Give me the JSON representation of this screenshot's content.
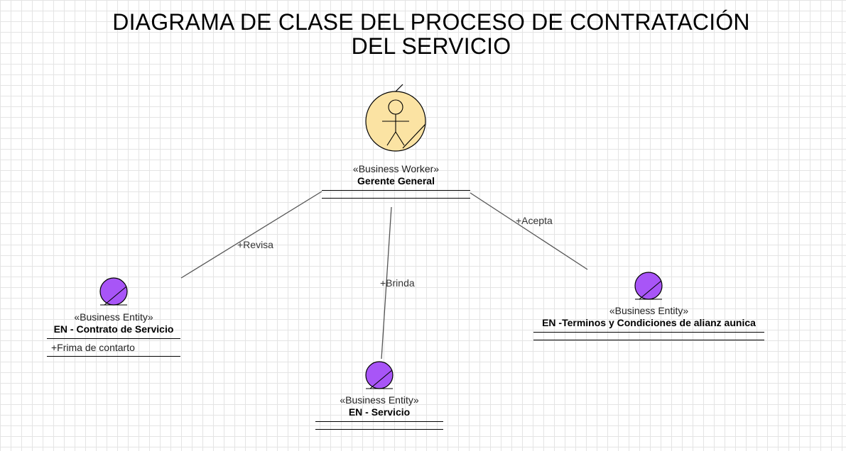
{
  "diagram": {
    "title_line1": "DIAGRAMA DE CLASE DEL PROCESO DE CONTRATACIÓN",
    "title_line2": "DEL SERVICIO",
    "worker": {
      "stereotype": "«Business Worker»",
      "name": "Gerente General",
      "fill_color": "#FBE3A3",
      "icon": "business-worker-icon"
    },
    "entities": [
      {
        "stereotype": "«Business Entity»",
        "name": "EN - Contrato de Servicio",
        "attribute": "+Frima de contarto",
        "fill_color": "#A855F7",
        "icon": "business-entity-icon"
      },
      {
        "stereotype": "«Business Entity»",
        "name": "EN - Servicio",
        "fill_color": "#A855F7",
        "icon": "business-entity-icon"
      },
      {
        "stereotype": "«Business Entity»",
        "name": "EN -Terminos y Condiciones de alianz aunica",
        "fill_color": "#A855F7",
        "icon": "business-entity-icon"
      }
    ],
    "associations": [
      {
        "role": "+Revisa"
      },
      {
        "role": "+Brinda"
      },
      {
        "role": "+Acepta"
      }
    ]
  }
}
